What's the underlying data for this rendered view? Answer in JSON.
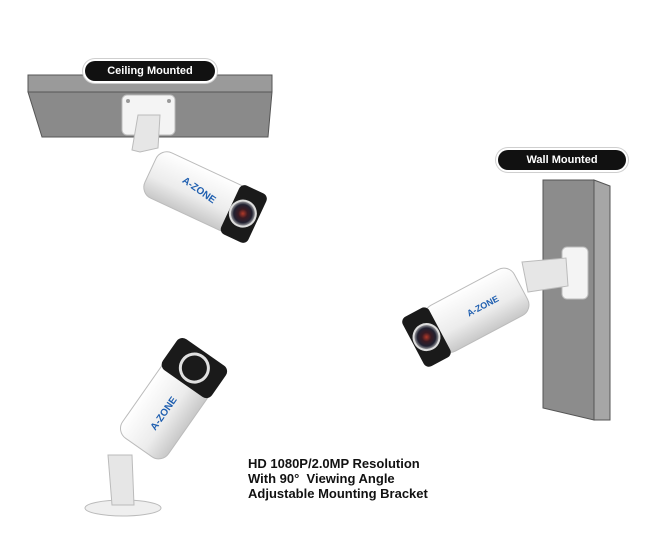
{
  "labels": {
    "ceiling": "Ceiling Mounted",
    "wall": "Wall Mounted"
  },
  "brand": "A-ZONE",
  "features": [
    "HD 1080P/2.0MP Resolution",
    "With 90°  Viewing Angle",
    "Adjustable Mounting Bracket"
  ],
  "colors": {
    "surface": "#8e8e8e",
    "camera_body": "#f2f2f2",
    "camera_face": "#1a1a1a",
    "brand_accent": "#1f5fb0"
  }
}
